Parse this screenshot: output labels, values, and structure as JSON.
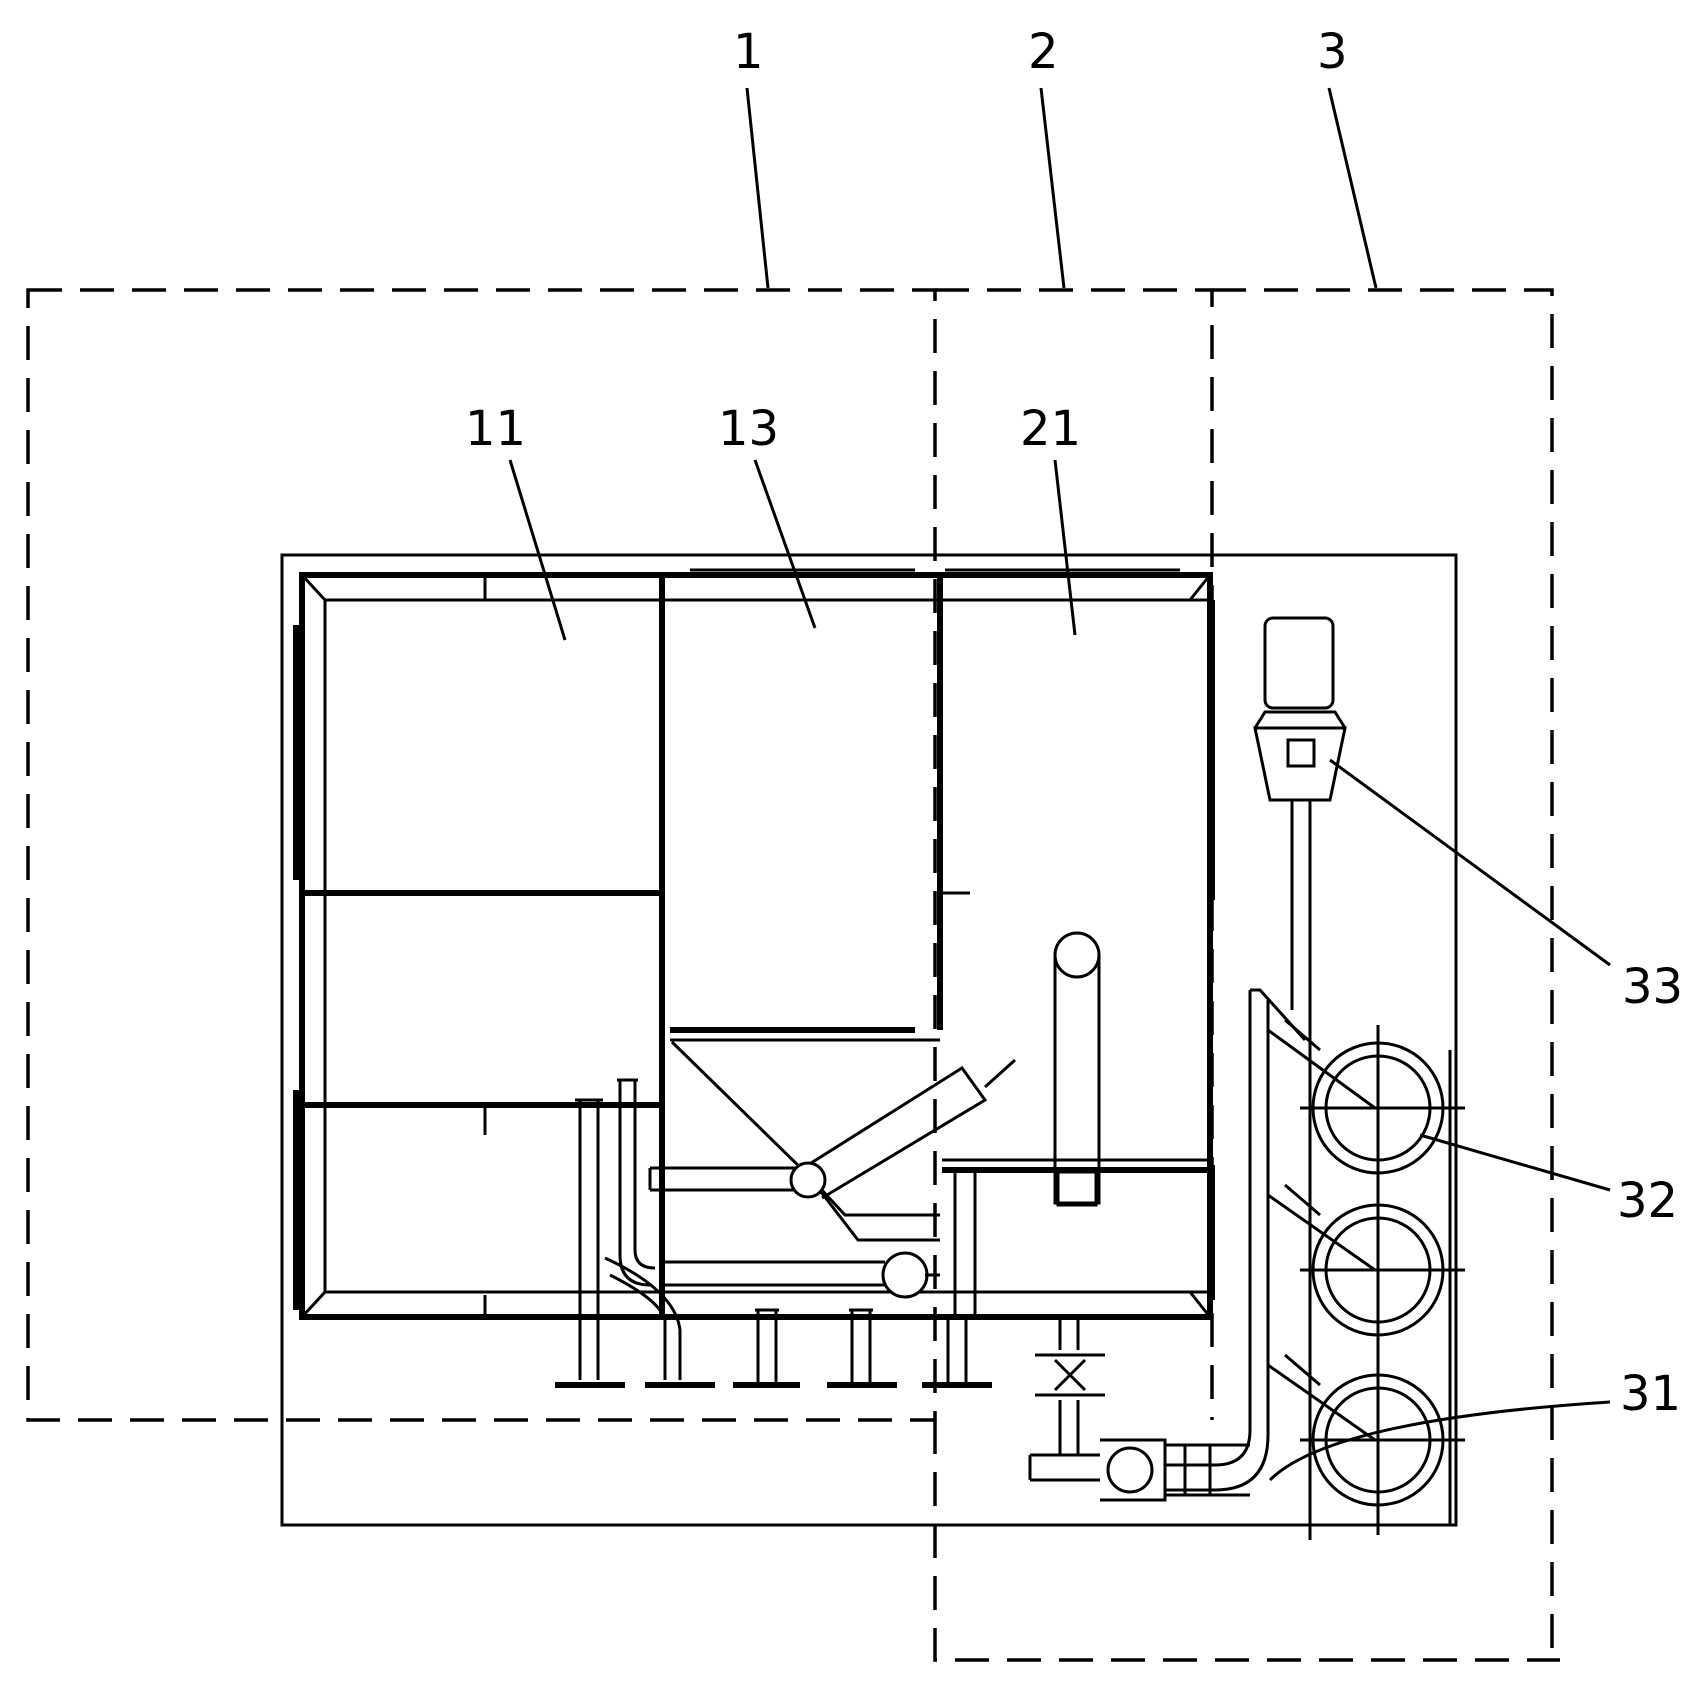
{
  "labels": {
    "l1": "1",
    "l2": "2",
    "l3": "3",
    "l11": "11",
    "l13": "13",
    "l21": "21",
    "l31": "31",
    "l32": "32",
    "l33": "33"
  }
}
